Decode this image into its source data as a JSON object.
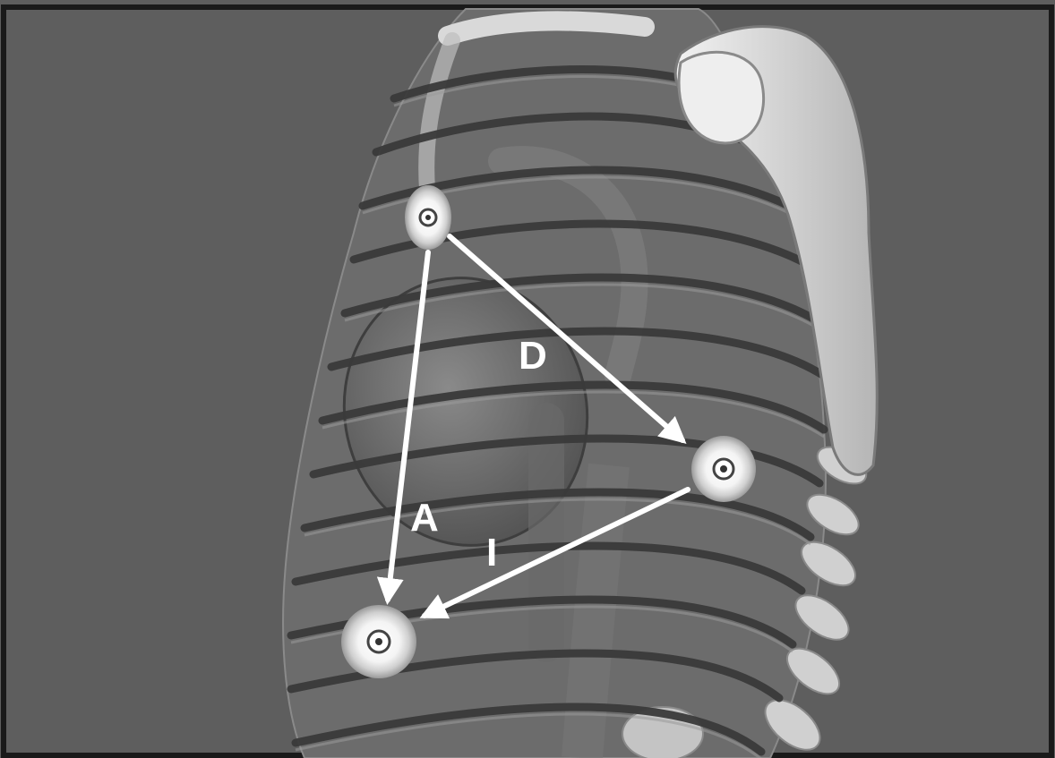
{
  "labels": {
    "a": "A",
    "d": "D",
    "i": "I"
  },
  "colors": {
    "background": "#5e5e5e",
    "frame": "#1a1a1a",
    "bone": "#e6e6e6",
    "rib": "#3a3a3a",
    "heart": "#707070",
    "arrow": "#ffffff"
  },
  "icons": {
    "electrode": "circle-target-icon",
    "arrowhead": "triangle-arrowhead-icon"
  }
}
